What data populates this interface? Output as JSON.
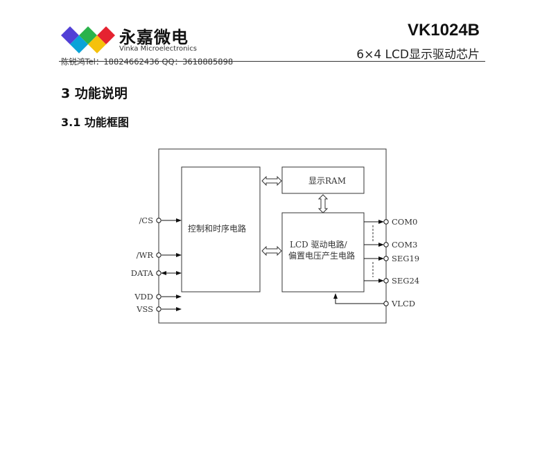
{
  "header": {
    "part_number": "VK1024B",
    "subtitle": "6×4  LCD显示驱动芯片",
    "brand_cn": "永嘉微电",
    "brand_en": "Vinka Microelectronics",
    "contact": "陈锐鸿Tel：18824662436  QQ：3618885898"
  },
  "section": {
    "title": "3    功能说明",
    "subtitle": "3.1   功能框图"
  },
  "diagram": {
    "control_block": "控制和时序电路",
    "ram_block": "显示RAM",
    "lcd_block_line1": "LCD 驱动电路/",
    "lcd_block_line2": "偏置电压产生电路",
    "left_pins": [
      "/CS",
      "/WR",
      "DATA",
      "VDD",
      "VSS"
    ],
    "right_pins": [
      "COM0",
      "COM3",
      "SEG19",
      "SEG24",
      "VLCD"
    ]
  }
}
